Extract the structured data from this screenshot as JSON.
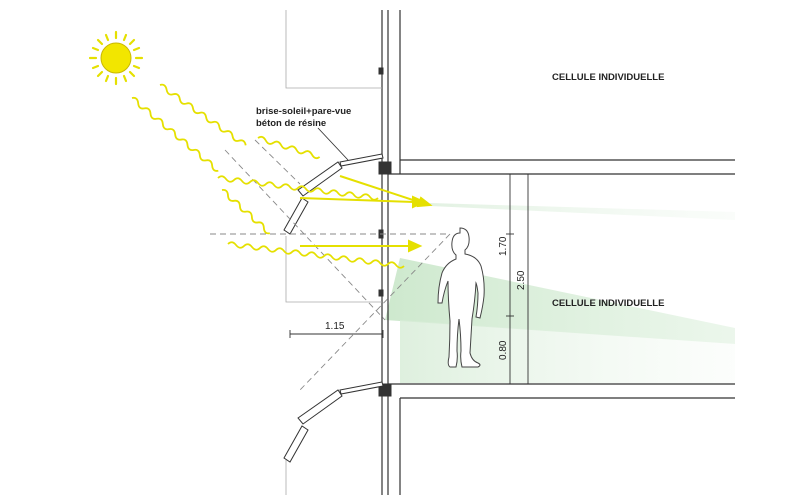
{
  "labels": {
    "room_upper": "CELLULE INDIVIDUELLE",
    "room_lower": "CELLULE INDIVIDUELLE",
    "brise_soleil_line1": "brise-soleil+pare-vue",
    "brise_soleil_line2": "béton de résine"
  },
  "dimensions": {
    "overhang": "1.15",
    "eye_height": "1.70",
    "floor_height": "2.50",
    "sill_height": "0.80"
  },
  "colors": {
    "sun": "#f2e600",
    "sun_stroke": "#c9b800",
    "ray": "#e5e000",
    "light_green": "#cfe8cf",
    "line": "#333333",
    "dash": "#888888",
    "person": "#ffffff"
  }
}
